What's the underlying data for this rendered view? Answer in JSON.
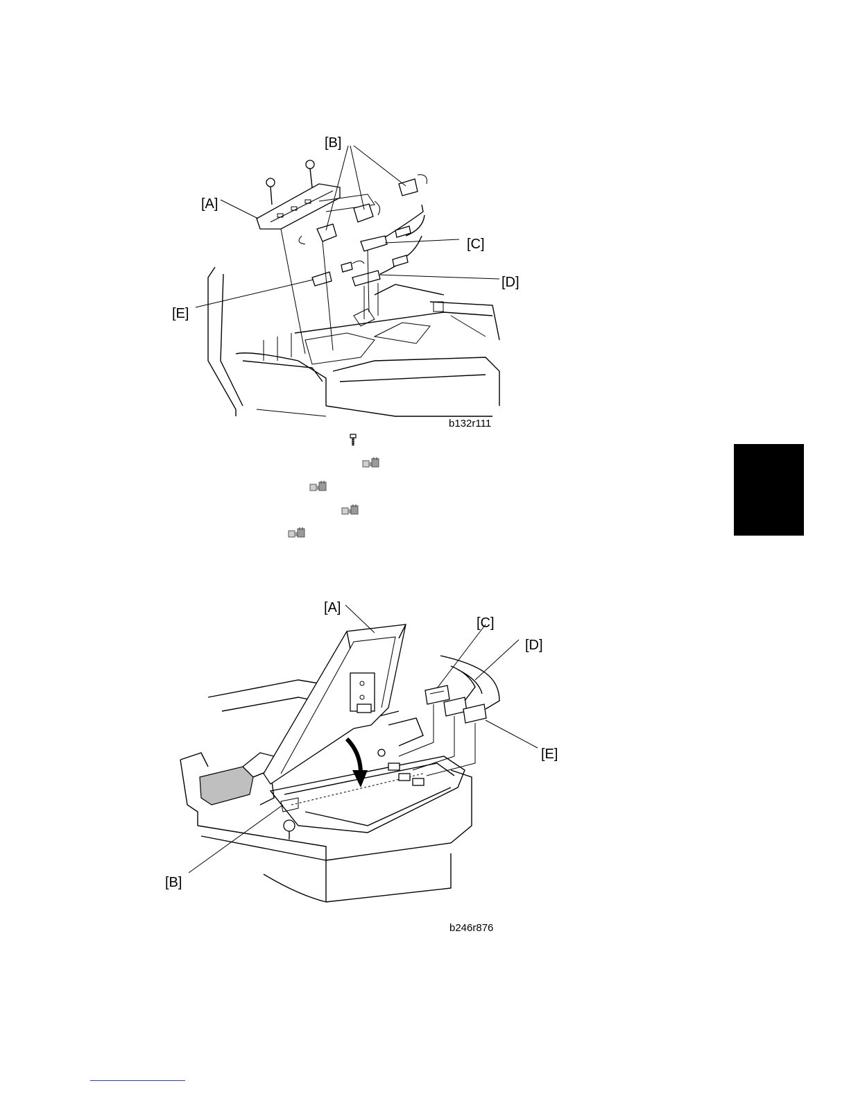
{
  "figure1": {
    "code": "b132r111",
    "labels": {
      "a": "[A]",
      "b": "[B]",
      "c": "[C]",
      "d": "[D]",
      "e": "[E]"
    }
  },
  "figure2": {
    "code": "b246r876",
    "labels": {
      "a": "[A]",
      "b": "[B]",
      "c": "[C]",
      "d": "[D]",
      "e": "[E]"
    }
  },
  "icons": {
    "screw": "screw-icon",
    "connector": "connector-icon"
  },
  "colors": {
    "section_tab": "#000000",
    "footer_link_line": "#2b3fa0"
  }
}
